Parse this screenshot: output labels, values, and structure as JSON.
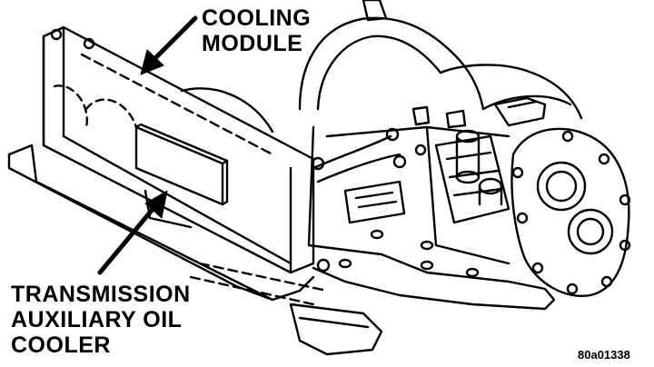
{
  "labels": {
    "cooling_module": [
      "COOLING",
      "MODULE"
    ],
    "aux_cooler": [
      "TRANSMISSION",
      "AUXILIARY OIL",
      "COOLER"
    ],
    "figure_code": "80a01338"
  },
  "colors": {
    "ink": "#000000",
    "paper": "#ffffff"
  }
}
